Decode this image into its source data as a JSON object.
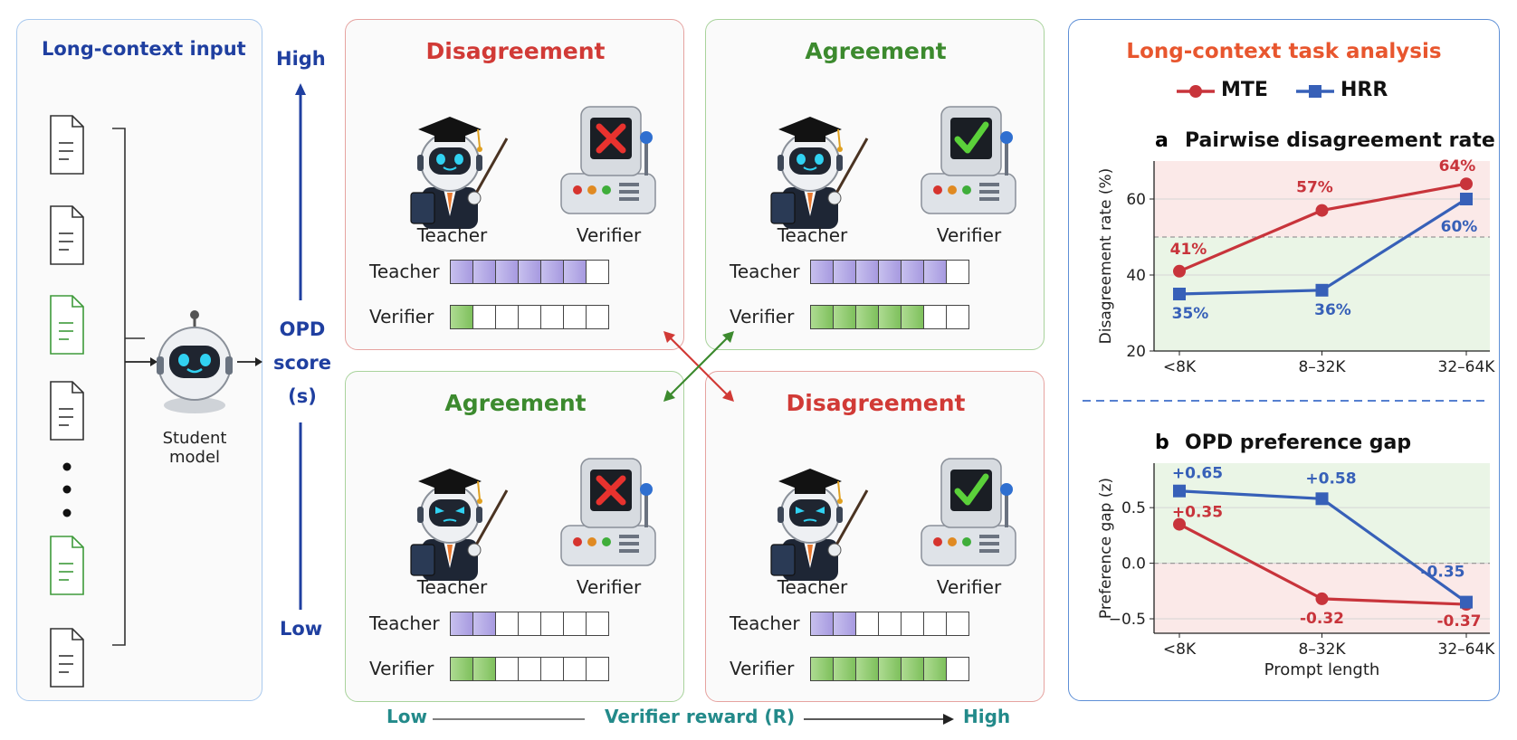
{
  "input_panel": {
    "title": "Long-context input",
    "student_label_line1": "Student",
    "student_label_line2": "model",
    "dots": "•\n•\n•"
  },
  "opd_axis": {
    "high": "High",
    "low": "Low",
    "line1": "OPD",
    "line2": "score",
    "line3": "(s)"
  },
  "reward_axis": {
    "low": "Low",
    "label": "Verifier reward (R)",
    "high": "High"
  },
  "quadrants": [
    {
      "title": "Disagreement",
      "title_color": "#d13a36",
      "border": "#e6a3a0",
      "teacher": "Teacher",
      "verifier": "Verifier",
      "mark": "cross",
      "teacher_row": "Teacher",
      "verifier_row": "Verifier",
      "teacher_fill": 6,
      "verifier_fill": 1
    },
    {
      "title": "Agreement",
      "title_color": "#3c8a2e",
      "border": "#a9d39c",
      "teacher": "Teacher",
      "verifier": "Verifier",
      "mark": "check",
      "teacher_row": "Teacher",
      "verifier_row": "Verifier",
      "teacher_fill": 6,
      "verifier_fill": 5
    },
    {
      "title": "Agreement",
      "title_color": "#3c8a2e",
      "border": "#a9d39c",
      "teacher": "Teacher",
      "verifier": "Verifier",
      "mark": "cross",
      "teacher_row": "Teacher",
      "verifier_row": "Verifier",
      "teacher_fill": 2,
      "verifier_fill": 2
    },
    {
      "title": "Disagreement",
      "title_color": "#d13a36",
      "border": "#e6a3a0",
      "teacher": "Teacher",
      "verifier": "Verifier",
      "mark": "check",
      "teacher_row": "Teacher",
      "verifier_row": "Verifier",
      "teacher_fill": 2,
      "verifier_fill": 6
    }
  ],
  "analysis": {
    "title": "Long-context task analysis",
    "legend": [
      {
        "name": "MTE",
        "color": "#c8343b",
        "marker": "circle"
      },
      {
        "name": "HRR",
        "color": "#3760b8",
        "marker": "square"
      }
    ]
  },
  "chart_data": [
    {
      "type": "line",
      "panel": "a",
      "title": "Pairwise disagreement rate",
      "xlabel": "",
      "ylabel": "Disagreement rate (%)",
      "categories": [
        "<8K",
        "8–32K",
        "32–64K"
      ],
      "ylim": [
        20,
        70
      ],
      "yticks": [
        20,
        40,
        60
      ],
      "reference_line": 50,
      "series": [
        {
          "name": "MTE",
          "values": [
            41,
            57,
            64
          ],
          "labels": [
            "41%",
            "57%",
            "64%"
          ]
        },
        {
          "name": "HRR",
          "values": [
            35,
            36,
            60
          ],
          "labels": [
            "35%",
            "36%",
            "60%"
          ]
        }
      ]
    },
    {
      "type": "line",
      "panel": "b",
      "title": "OPD preference gap",
      "xlabel": "Prompt length",
      "ylabel": "Preference gap (z)",
      "categories": [
        "<8K",
        "8–32K",
        "32–64K"
      ],
      "ylim": [
        -0.63,
        0.9
      ],
      "yticks": [
        -0.5,
        0.0,
        0.5
      ],
      "ytick_labels": [
        "−0.5",
        "0.0",
        "0.5"
      ],
      "reference_line": 0,
      "series": [
        {
          "name": "MTE",
          "values": [
            0.35,
            -0.32,
            -0.37
          ],
          "labels": [
            "+0.35",
            "-0.32",
            "-0.37"
          ]
        },
        {
          "name": "HRR",
          "values": [
            0.65,
            0.58,
            -0.35
          ],
          "labels": [
            "+0.65",
            "+0.58",
            "-0.35"
          ]
        }
      ]
    }
  ]
}
